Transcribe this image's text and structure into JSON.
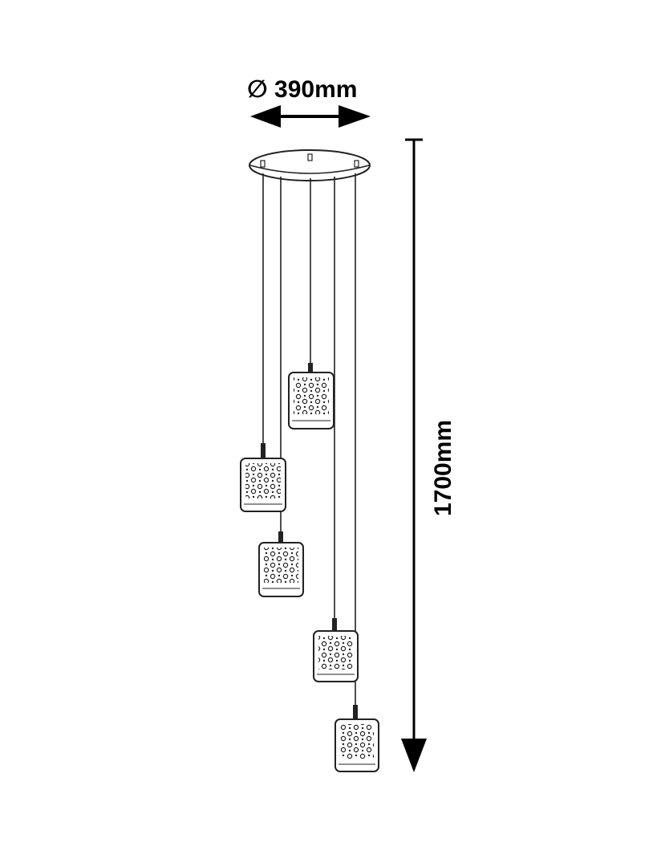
{
  "drawing": {
    "diameter_label": "∅ 390mm",
    "height_label": "1700mm",
    "shade_count": 5,
    "canopy_screws": 3
  },
  "colors": {
    "line": "#222222",
    "background": "#ffffff",
    "arrow": "#000000"
  }
}
